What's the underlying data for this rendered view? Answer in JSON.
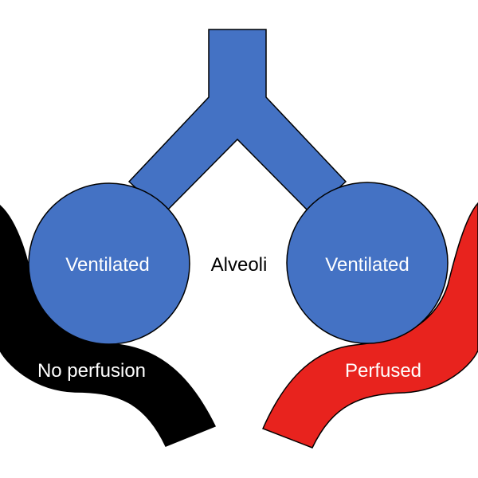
{
  "diagram": {
    "center_label": "Alveoli",
    "alveoli": {
      "left_label": "Ventilated",
      "right_label": "Ventilated"
    },
    "capillaries": {
      "left_label": "No perfusion",
      "right_label": "Perfused"
    }
  },
  "colors": {
    "airway": "#4472c4",
    "unperfused_vessel": "#000000",
    "perfused_vessel": "#e8231e",
    "outline": "#000000",
    "vessel_text": "#ffffff",
    "alveolus_text": "#ffffff",
    "center_text": "#000000"
  }
}
